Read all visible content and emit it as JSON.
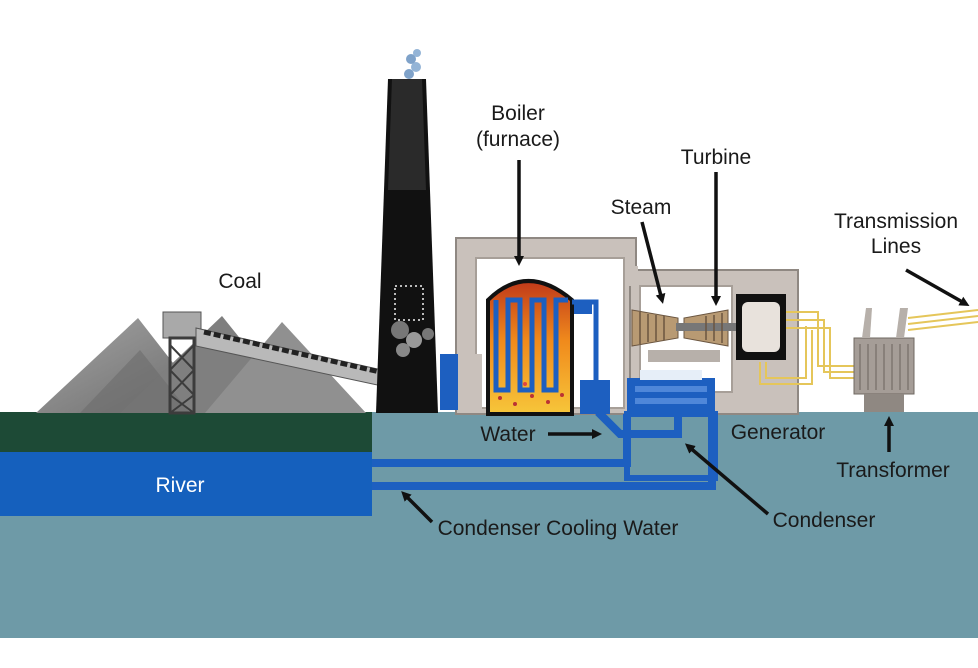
{
  "labels": {
    "coal": "Coal",
    "boiler_line1": "Boiler",
    "boiler_line2": "(furnace)",
    "steam": "Steam",
    "turbine": "Turbine",
    "transmission_line1": "Transmission",
    "transmission_line2": "Lines",
    "water": "Water",
    "generator": "Generator",
    "transformer": "Transformer",
    "river": "River",
    "condenser_cooling_water": "Condenser Cooling Water",
    "condenser": "Condenser"
  },
  "colors": {
    "ground": "#6e9aa7",
    "grass": "#1d4a36",
    "river": "#1560bd",
    "building": "#c9c1bb",
    "building_dark": "#a79f98",
    "water_pipe": "#1d5fc0",
    "coal": "#8a8a8a",
    "fire": "#f08a1c",
    "wire": "#e5c65a"
  }
}
